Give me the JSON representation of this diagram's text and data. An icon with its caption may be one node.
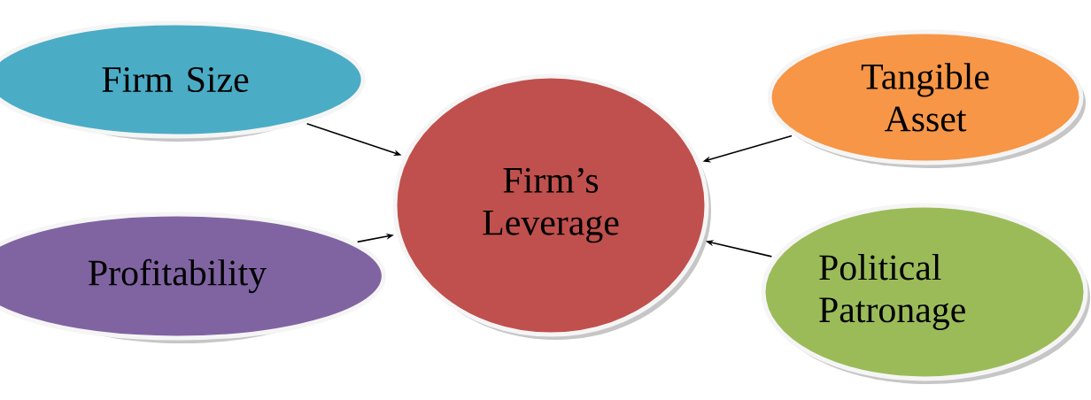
{
  "diagram": {
    "nodes": [
      {
        "text": [
          "Firm’s Leverage"
        ]
      },
      {
        "text": [
          "Firm Size"
        ]
      },
      {
        "text": [
          "Profitability"
        ]
      },
      {
        "text": [
          "Tangible Asset"
        ]
      },
      {
        "text": [
          "Political Patronage"
        ]
      }
    ],
    "edges": [
      {
        "from": 1,
        "to": 0,
        "arrow": "to"
      },
      {
        "from": 2,
        "to": 0,
        "arrow": "to"
      },
      {
        "from": 3,
        "to": 0,
        "arrow": "to"
      },
      {
        "from": 4,
        "to": 0,
        "arrow": "to"
      }
    ]
  }
}
